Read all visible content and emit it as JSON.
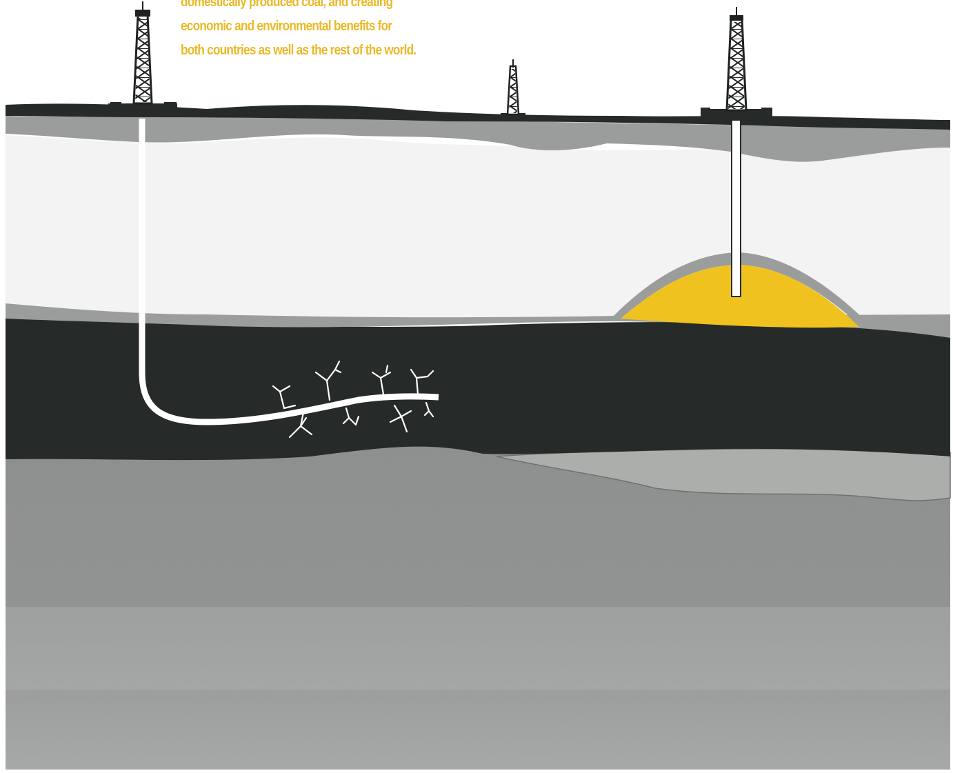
{
  "caption": {
    "lines": [
      "domestically produced coal, and creating",
      "economic and environmental benefits for",
      "both countries as well as the rest of the world."
    ]
  },
  "colors": {
    "caption": "#ecb929",
    "gas_reservoir": "#f0c21f",
    "coal_seam": "#262b2a",
    "surface_soil": "#262b2a",
    "shale": "#9b9d9c",
    "sandstone": "#f3f3f3",
    "deep_rock": "#8e908f",
    "lens": "#acaeac",
    "well": "#ffffff"
  },
  "illustration": {
    "rigs": [
      "left-drilling-rig",
      "center-drilling-rig",
      "right-drilling-rig"
    ],
    "wells": [
      "horizontal-well",
      "vertical-well"
    ],
    "layers": [
      "surface-soil",
      "shale",
      "sandstone",
      "coal-seam",
      "gas-reservoir",
      "deep-rock"
    ]
  }
}
